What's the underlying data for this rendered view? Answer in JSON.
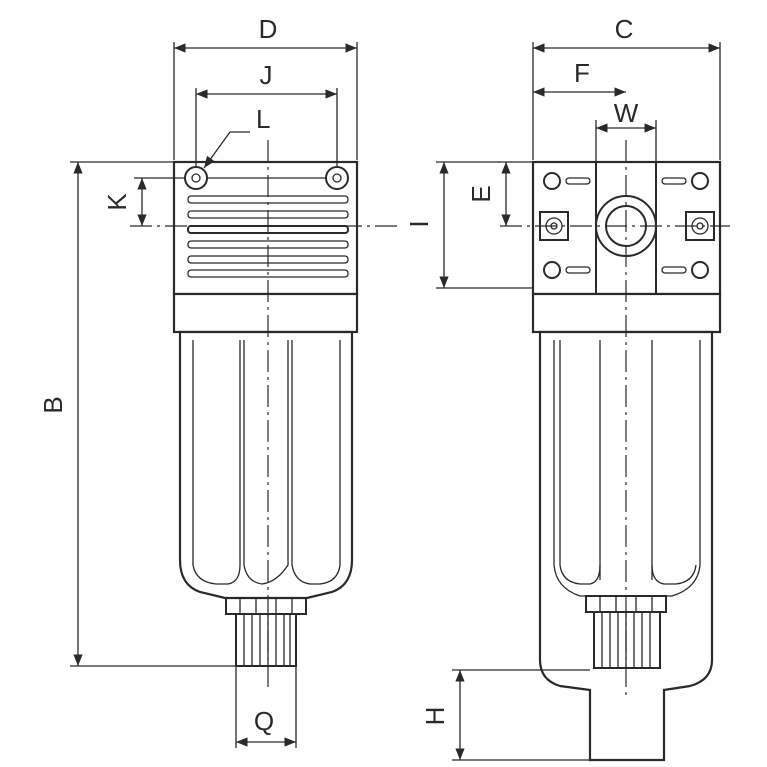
{
  "drawing": {
    "front_view": {
      "labels": {
        "D": "D",
        "J": "J",
        "L": "L",
        "K": "K",
        "B": "B",
        "Q": "Q"
      }
    },
    "side_view": {
      "labels": {
        "C": "C",
        "F": "F",
        "W": "W",
        "E": "E",
        "I": "I",
        "H": "H"
      }
    }
  },
  "colors": {
    "line": "#2a2a2a",
    "background": "#ffffff"
  }
}
